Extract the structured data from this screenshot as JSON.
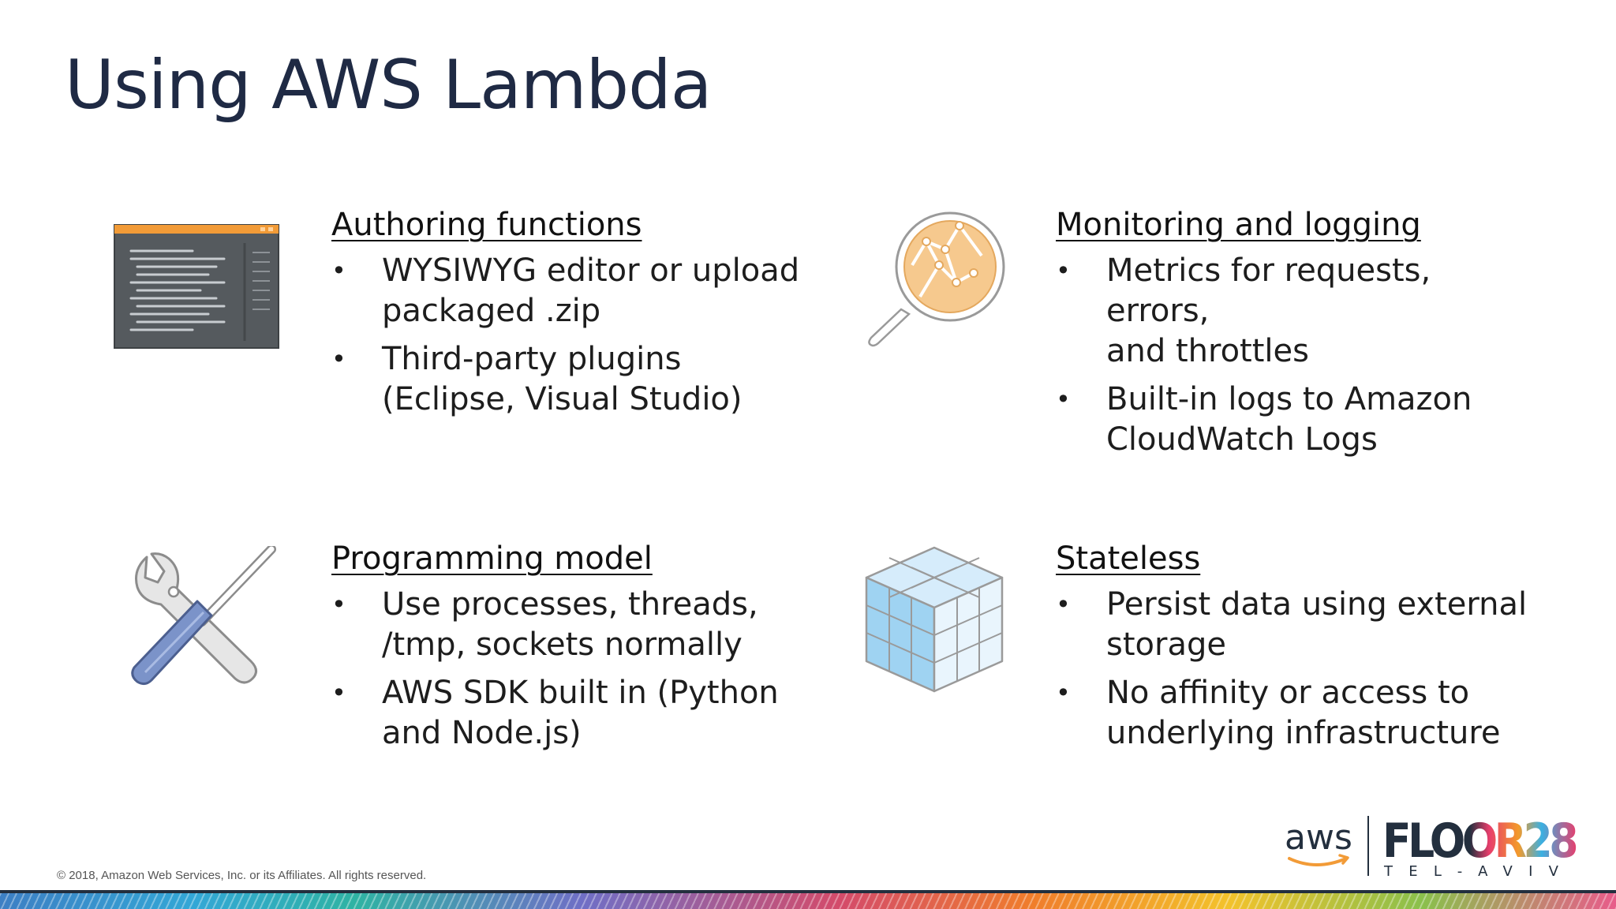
{
  "slide": {
    "title": "Using AWS Lambda"
  },
  "sections": [
    {
      "heading": "Authoring functions",
      "icon": "code-editor-icon",
      "bullets": [
        "WYSIWYG editor or upload\npackaged .zip",
        "Third-party plugins\n(Eclipse, Visual Studio)"
      ]
    },
    {
      "heading": "Monitoring and logging",
      "icon": "magnifier-graph-icon",
      "bullets": [
        "Metrics for requests, errors,\nand throttles",
        "Built-in logs to Amazon\nCloudWatch Logs"
      ]
    },
    {
      "heading": "Programming model",
      "icon": "wrench-screwdriver-icon",
      "bullets": [
        "Use processes, threads,\n/tmp, sockets normally",
        "AWS SDK built in (Python\nand Node.js)"
      ]
    },
    {
      "heading": "Stateless",
      "icon": "cube-grid-icon",
      "bullets": [
        "Persist data using external\nstorage",
        "No affinity or access to\nunderlying infrastructure"
      ]
    }
  ],
  "footer": {
    "copyright": "© 2018, Amazon Web Services, Inc. or its Affiliates. All rights reserved.",
    "aws_logo": "aws",
    "event_logo": "FLOOR28",
    "event_city": "TEL-AVIV"
  },
  "colors": {
    "title": "#1f2a44",
    "editor_dark": "#555a5e",
    "editor_bar": "#f29b37",
    "magnifier_fill": "#f6c98e",
    "screwdriver_blue": "#7b93c9",
    "cube_blue": "#9fd3f2"
  }
}
